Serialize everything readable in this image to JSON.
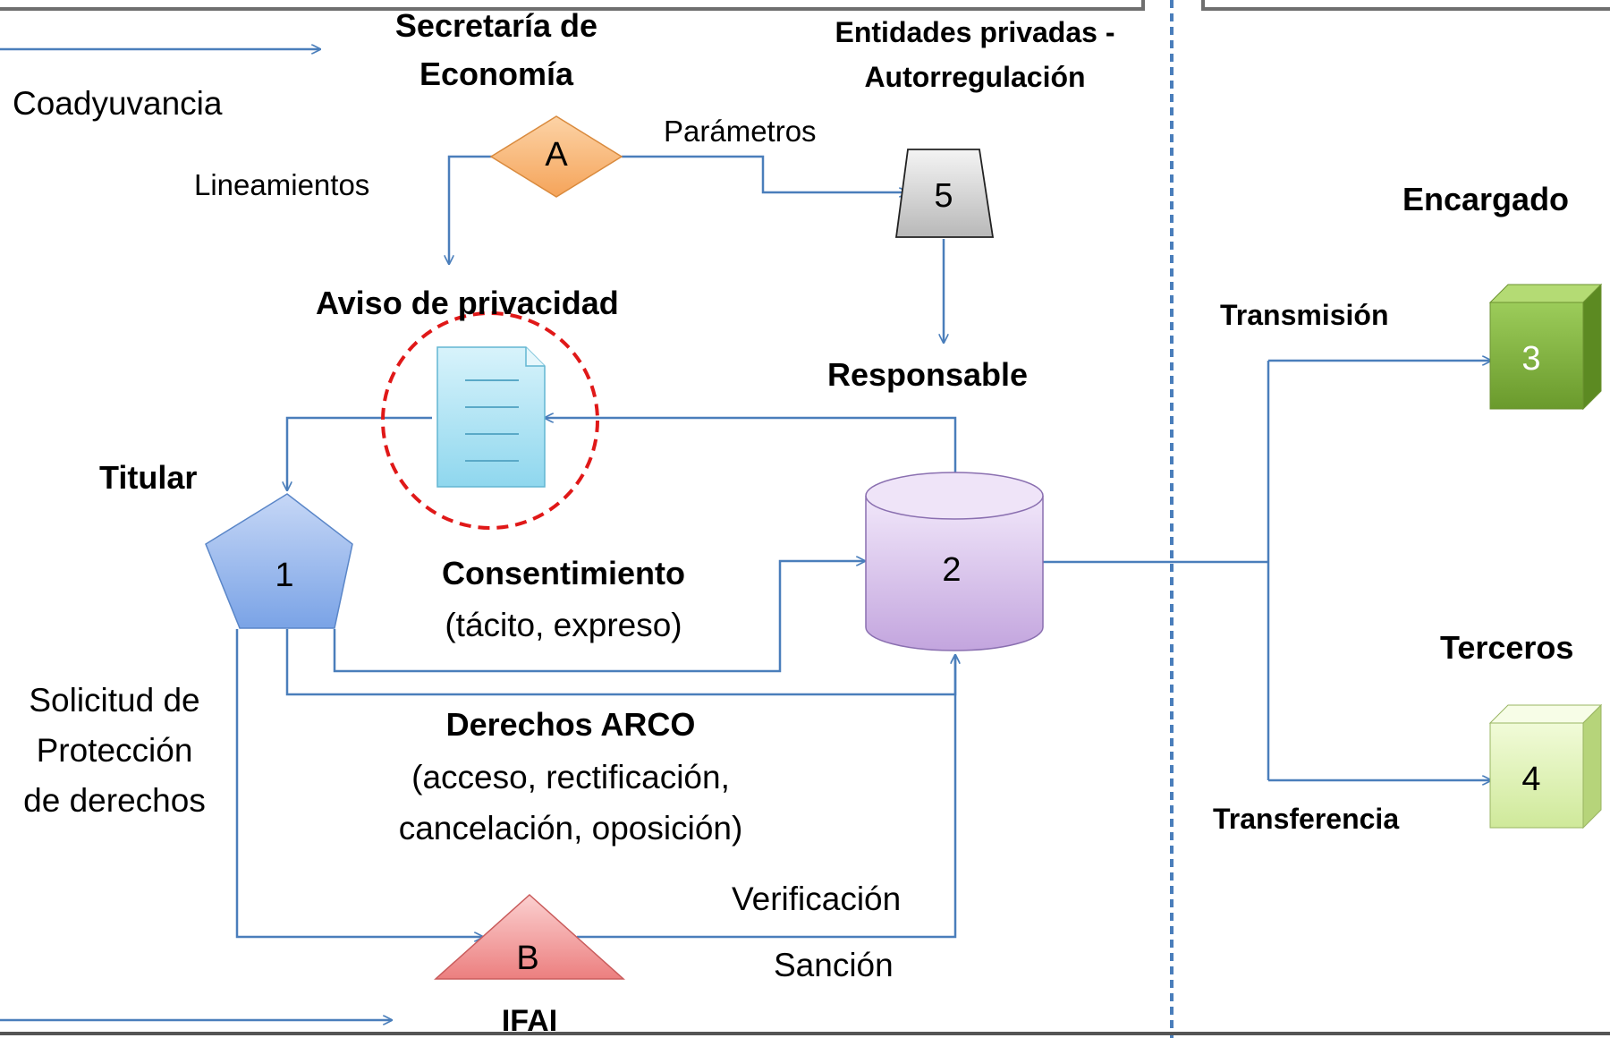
{
  "legend": {
    "coadyuvancia": "Coadyuvancia"
  },
  "actors": {
    "secretaria_line1": "Secretaría de",
    "secretaria_line2": "Economía",
    "entidades_line1": "Entidades privadas -",
    "entidades_line2": "Autorregulación",
    "aviso": "Aviso de privacidad",
    "responsable": "Responsable",
    "titular": "Titular",
    "ifai": "IFAI",
    "encargado": "Encargado",
    "terceros": "Terceros"
  },
  "relations": {
    "parametros": "Parámetros",
    "lineamientos": "Lineamientos",
    "consentimiento": "Consentimiento",
    "consentimiento_detail": "(tácito, expreso)",
    "derechos": "Derechos ARCO",
    "derechos_detail_1": "(acceso, rectificación,",
    "derechos_detail_2": "cancelación, oposición)",
    "solicitud_1": "Solicitud de",
    "solicitud_2": "Protección",
    "solicitud_3": "de derechos",
    "verificacion": "Verificación",
    "sancion": "Sanción",
    "transmision": "Transmisión",
    "transferencia": "Transferencia"
  },
  "nodes": {
    "a": "A",
    "b": "B",
    "n1": "1",
    "n2": "2",
    "n3": "3",
    "n4": "4",
    "n5": "5"
  },
  "colors": {
    "connector": "#4a7ebb",
    "divider": "#4a7ebb",
    "diamond": "#f7b471",
    "pentagon": "#8fb1ea",
    "cylinder": "#c9aee0",
    "document": "#a8dff0",
    "triangle": "#ee8a8a",
    "trapezoid": "#c4c4c4",
    "cube_encargado": "#7fae3e",
    "cube_terceros": "#d9f0a8",
    "highlight_circle": "#e01818"
  }
}
